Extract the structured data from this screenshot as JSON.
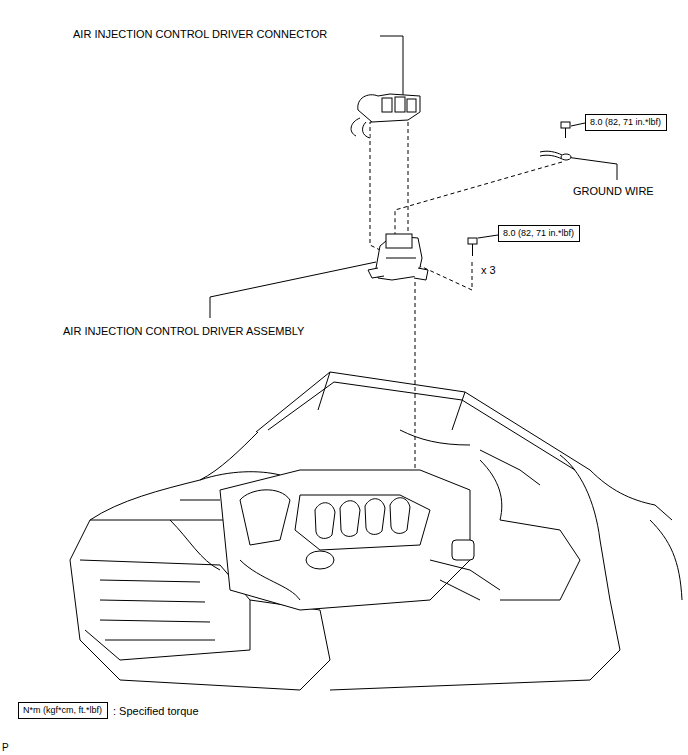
{
  "diagram": {
    "nodes": [
      {
        "text": [
          "8.0 (82, 71 in.*lbf)"
        ]
      },
      {
        "text": [
          "8.0 (82, 71 in.*lbf)"
        ]
      },
      {
        "text": [
          "N*m (kgf*cm, ft.*lbf)"
        ]
      }
    ],
    "labels": [
      "AIR INJECTION CONTROL DRIVER CONNECTOR",
      "GROUND WIRE",
      "x 3",
      "AIR INJECTION CONTROL DRIVER ASSEMBLY",
      "P"
    ],
    "legend": [
      {
        "text": ": Specified torque"
      }
    ]
  }
}
